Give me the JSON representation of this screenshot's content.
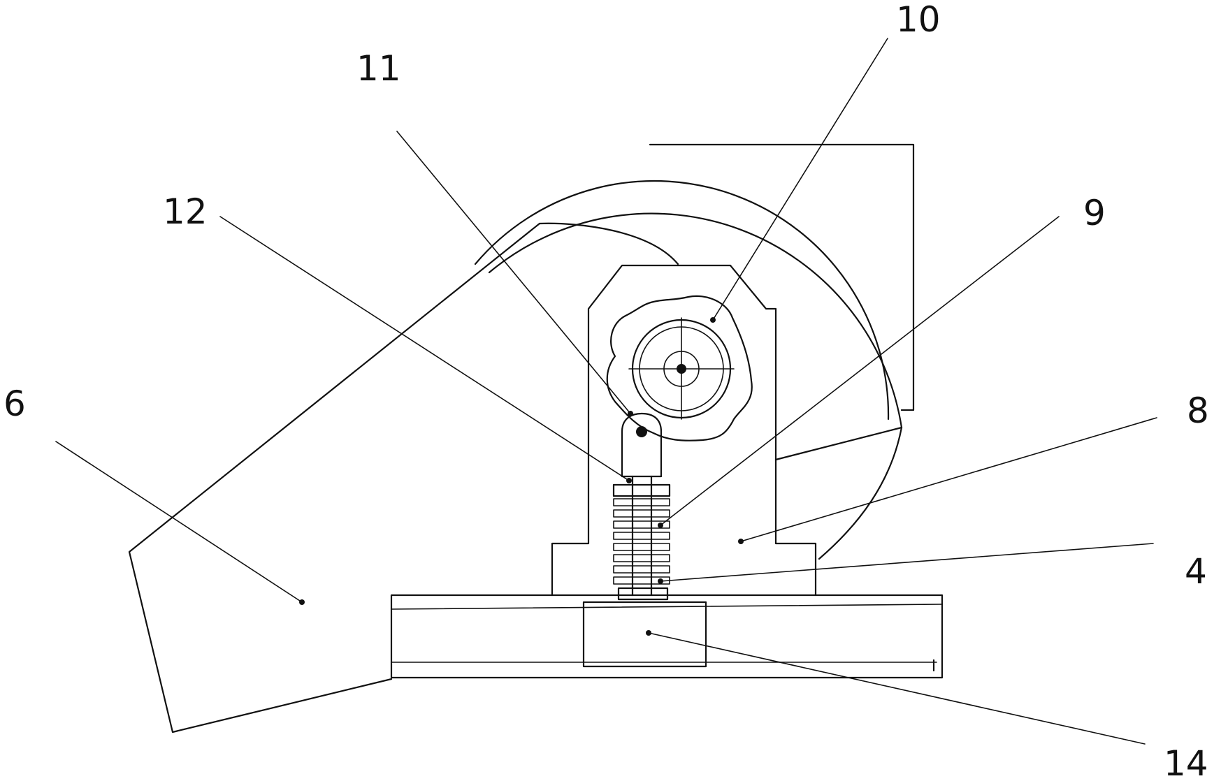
{
  "labels": {
    "l10": "10",
    "l11": "11",
    "l12": "12",
    "l9": "9",
    "l6": "6",
    "l8": "8",
    "l4": "4",
    "l14": "14"
  },
  "colors": {
    "line": "#111111",
    "background": "#ffffff"
  }
}
